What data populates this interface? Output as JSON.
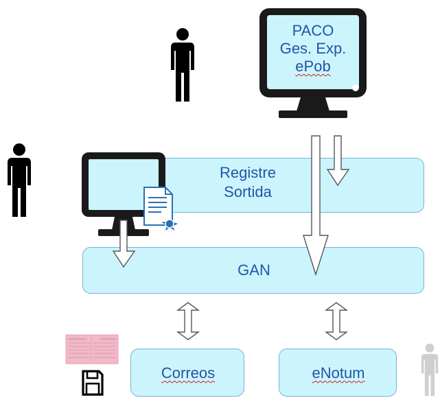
{
  "top_monitor": {
    "line1": "PACO",
    "line2": "Ges. Exp.",
    "line3": "ePob"
  },
  "registre_box": {
    "line1": "Registre",
    "line2": "Sortida"
  },
  "gan_box": {
    "label": "GAN"
  },
  "correos_box": {
    "label": "Correos"
  },
  "enotum_box": {
    "label": "eNotum"
  },
  "colors": {
    "box_fill": "#ccf4fc",
    "box_border": "#74b3d8",
    "text": "#1f56a8",
    "monitor": "#1a1a1a",
    "person": "#000000",
    "person_faded": "#cfcfcf",
    "certificate": "#2b6fb6"
  },
  "icons": [
    "person-icon",
    "monitor-icon",
    "certificate-icon",
    "receipt-card-icon",
    "floppy-disk-icon"
  ]
}
